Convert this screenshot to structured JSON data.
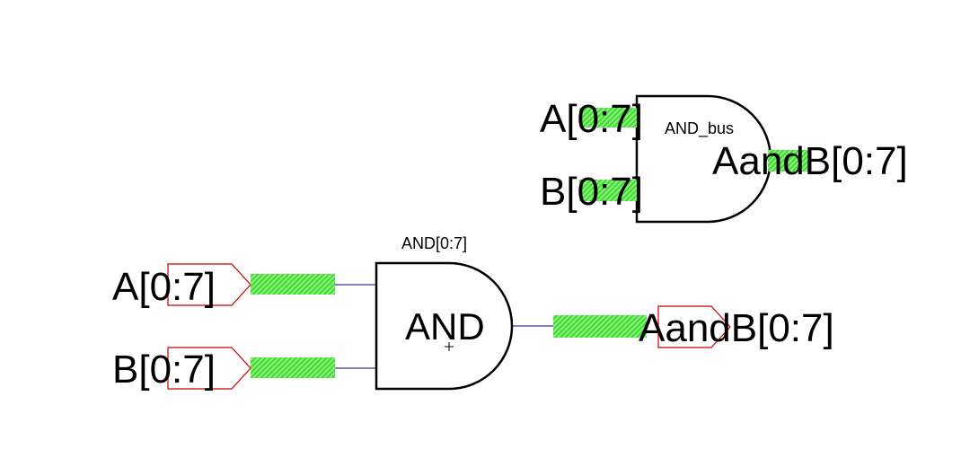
{
  "colors": {
    "bus": "#3ddb2f",
    "bus_stripe": "#8ef07f",
    "wire": "#00008b",
    "port": "#cc0000",
    "gate_stroke": "#000000"
  },
  "symbol": {
    "title": "AND_bus",
    "pin_a": "A[0:7]",
    "pin_b": "B[0:7]",
    "pin_out": "AandB[0:7]"
  },
  "schematic": {
    "instance_name": "AND[0:7]",
    "gate_label": "AND",
    "port_a": "A[0:7]",
    "port_b": "B[0:7]",
    "port_out": "AandB[0:7]"
  }
}
